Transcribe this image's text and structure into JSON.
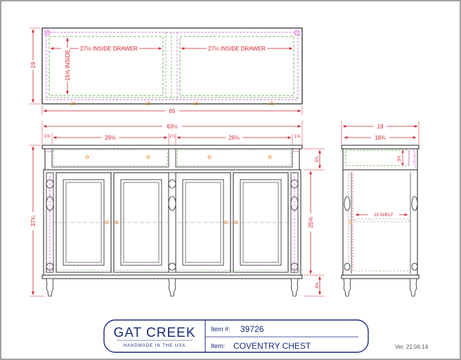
{
  "top_view": {
    "drawer_left_label": "27½ INSIDE DRAWER",
    "drawer_right_label": "27½ INSIDE DRAWER",
    "inside_label": "15⅝ INSIDE",
    "depth": "19",
    "width": "65",
    "marker_a": "25",
    "marker_b": "25",
    "marker_c": "25",
    "marker_d": "25"
  },
  "front_view": {
    "overall_width": "63½",
    "drawer_width_left": "29⅛",
    "drawer_width_right": "29⅛",
    "edge_left_a": "1⅝",
    "edge_left_b": "1¼",
    "edge_right_a": "1¼",
    "edge_right_b": "1⅝",
    "height": "37¾",
    "drawer_height": "5¾",
    "door_height": "25⅝",
    "leg_height": "4⅝"
  },
  "side_view": {
    "depth_outer": "19",
    "depth_inner": "18¾",
    "drawer_depth": "3¾",
    "shelf_label": "15 SHELF"
  },
  "title_block": {
    "brand": "GAT CREEK",
    "tagline": "HANDMADE IN THE USA",
    "item_no_label": "Item #:",
    "item_no": "39726",
    "item_label": "Item:",
    "item_name": "COVENTRY CHEST"
  },
  "version": "Ver. 21.06.14",
  "colors": {
    "dimension": "#d2232a",
    "inner_green": "#5aa54a",
    "hidden_magenta": "#c23bc4",
    "brand_navy": "#1a2a7a",
    "hardware_orange": "#e08a1e"
  }
}
